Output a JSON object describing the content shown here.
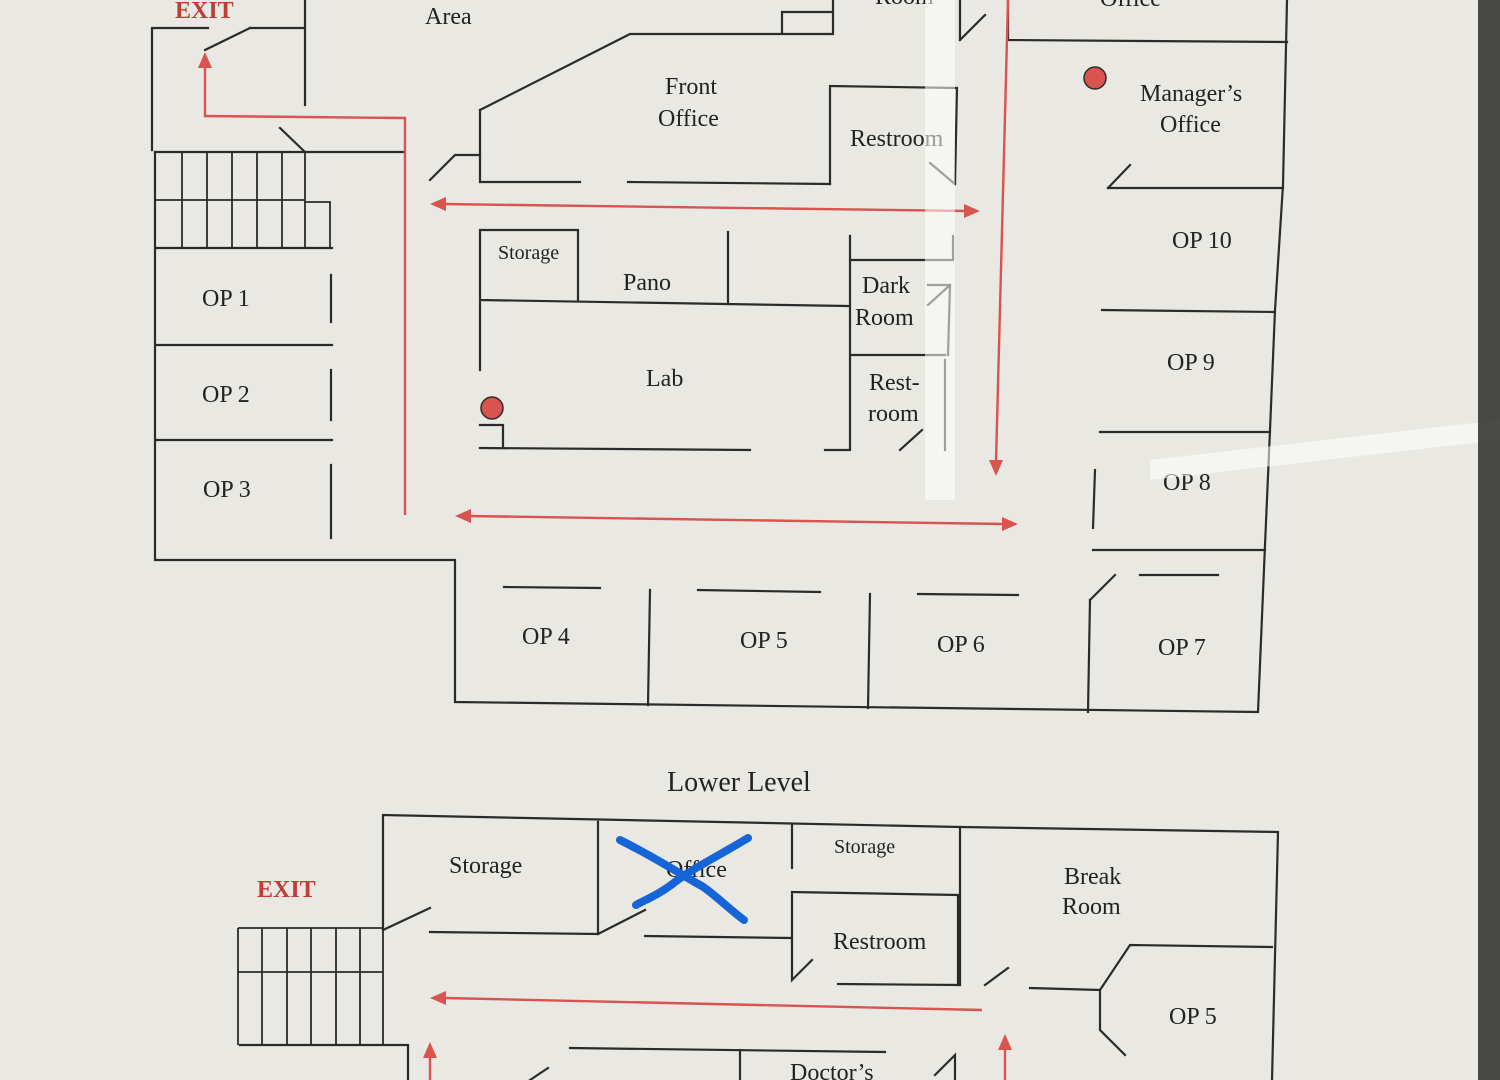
{
  "upper_level": {
    "exit_label": "EXIT",
    "area_label": "Area",
    "room_label_partial": "Room",
    "office_label_partial": "Office",
    "front_office": [
      "Front",
      "Office"
    ],
    "restroom": "Restroom",
    "managers_office": [
      "Manager’s",
      "Office"
    ],
    "storage": "Storage",
    "pano": "Pano",
    "dark_room": [
      "Dark",
      "Room"
    ],
    "lab": "Lab",
    "rest_room": [
      "Rest-",
      "room"
    ],
    "op_rooms": [
      "OP 1",
      "OP 2",
      "OP 3",
      "OP 4",
      "OP 5",
      "OP 6",
      "OP 7",
      "OP 8",
      "OP 9",
      "OP 10"
    ]
  },
  "lower_level": {
    "title": "Lower Level",
    "exit_label": "EXIT",
    "storage_left": "Storage",
    "office_crossed": "Office",
    "storage_right": "Storage",
    "restroom": "Restroom",
    "break_room": [
      "Break",
      "Room"
    ],
    "op5": "OP 5",
    "doctors_partial": "Doctor’s"
  },
  "colors": {
    "wall": "#2b2b2b",
    "evacuation_route": "#d9534f",
    "extinguisher": "#d9534f",
    "x_mark": "#1565d8",
    "paper": "#e9e8e3"
  }
}
